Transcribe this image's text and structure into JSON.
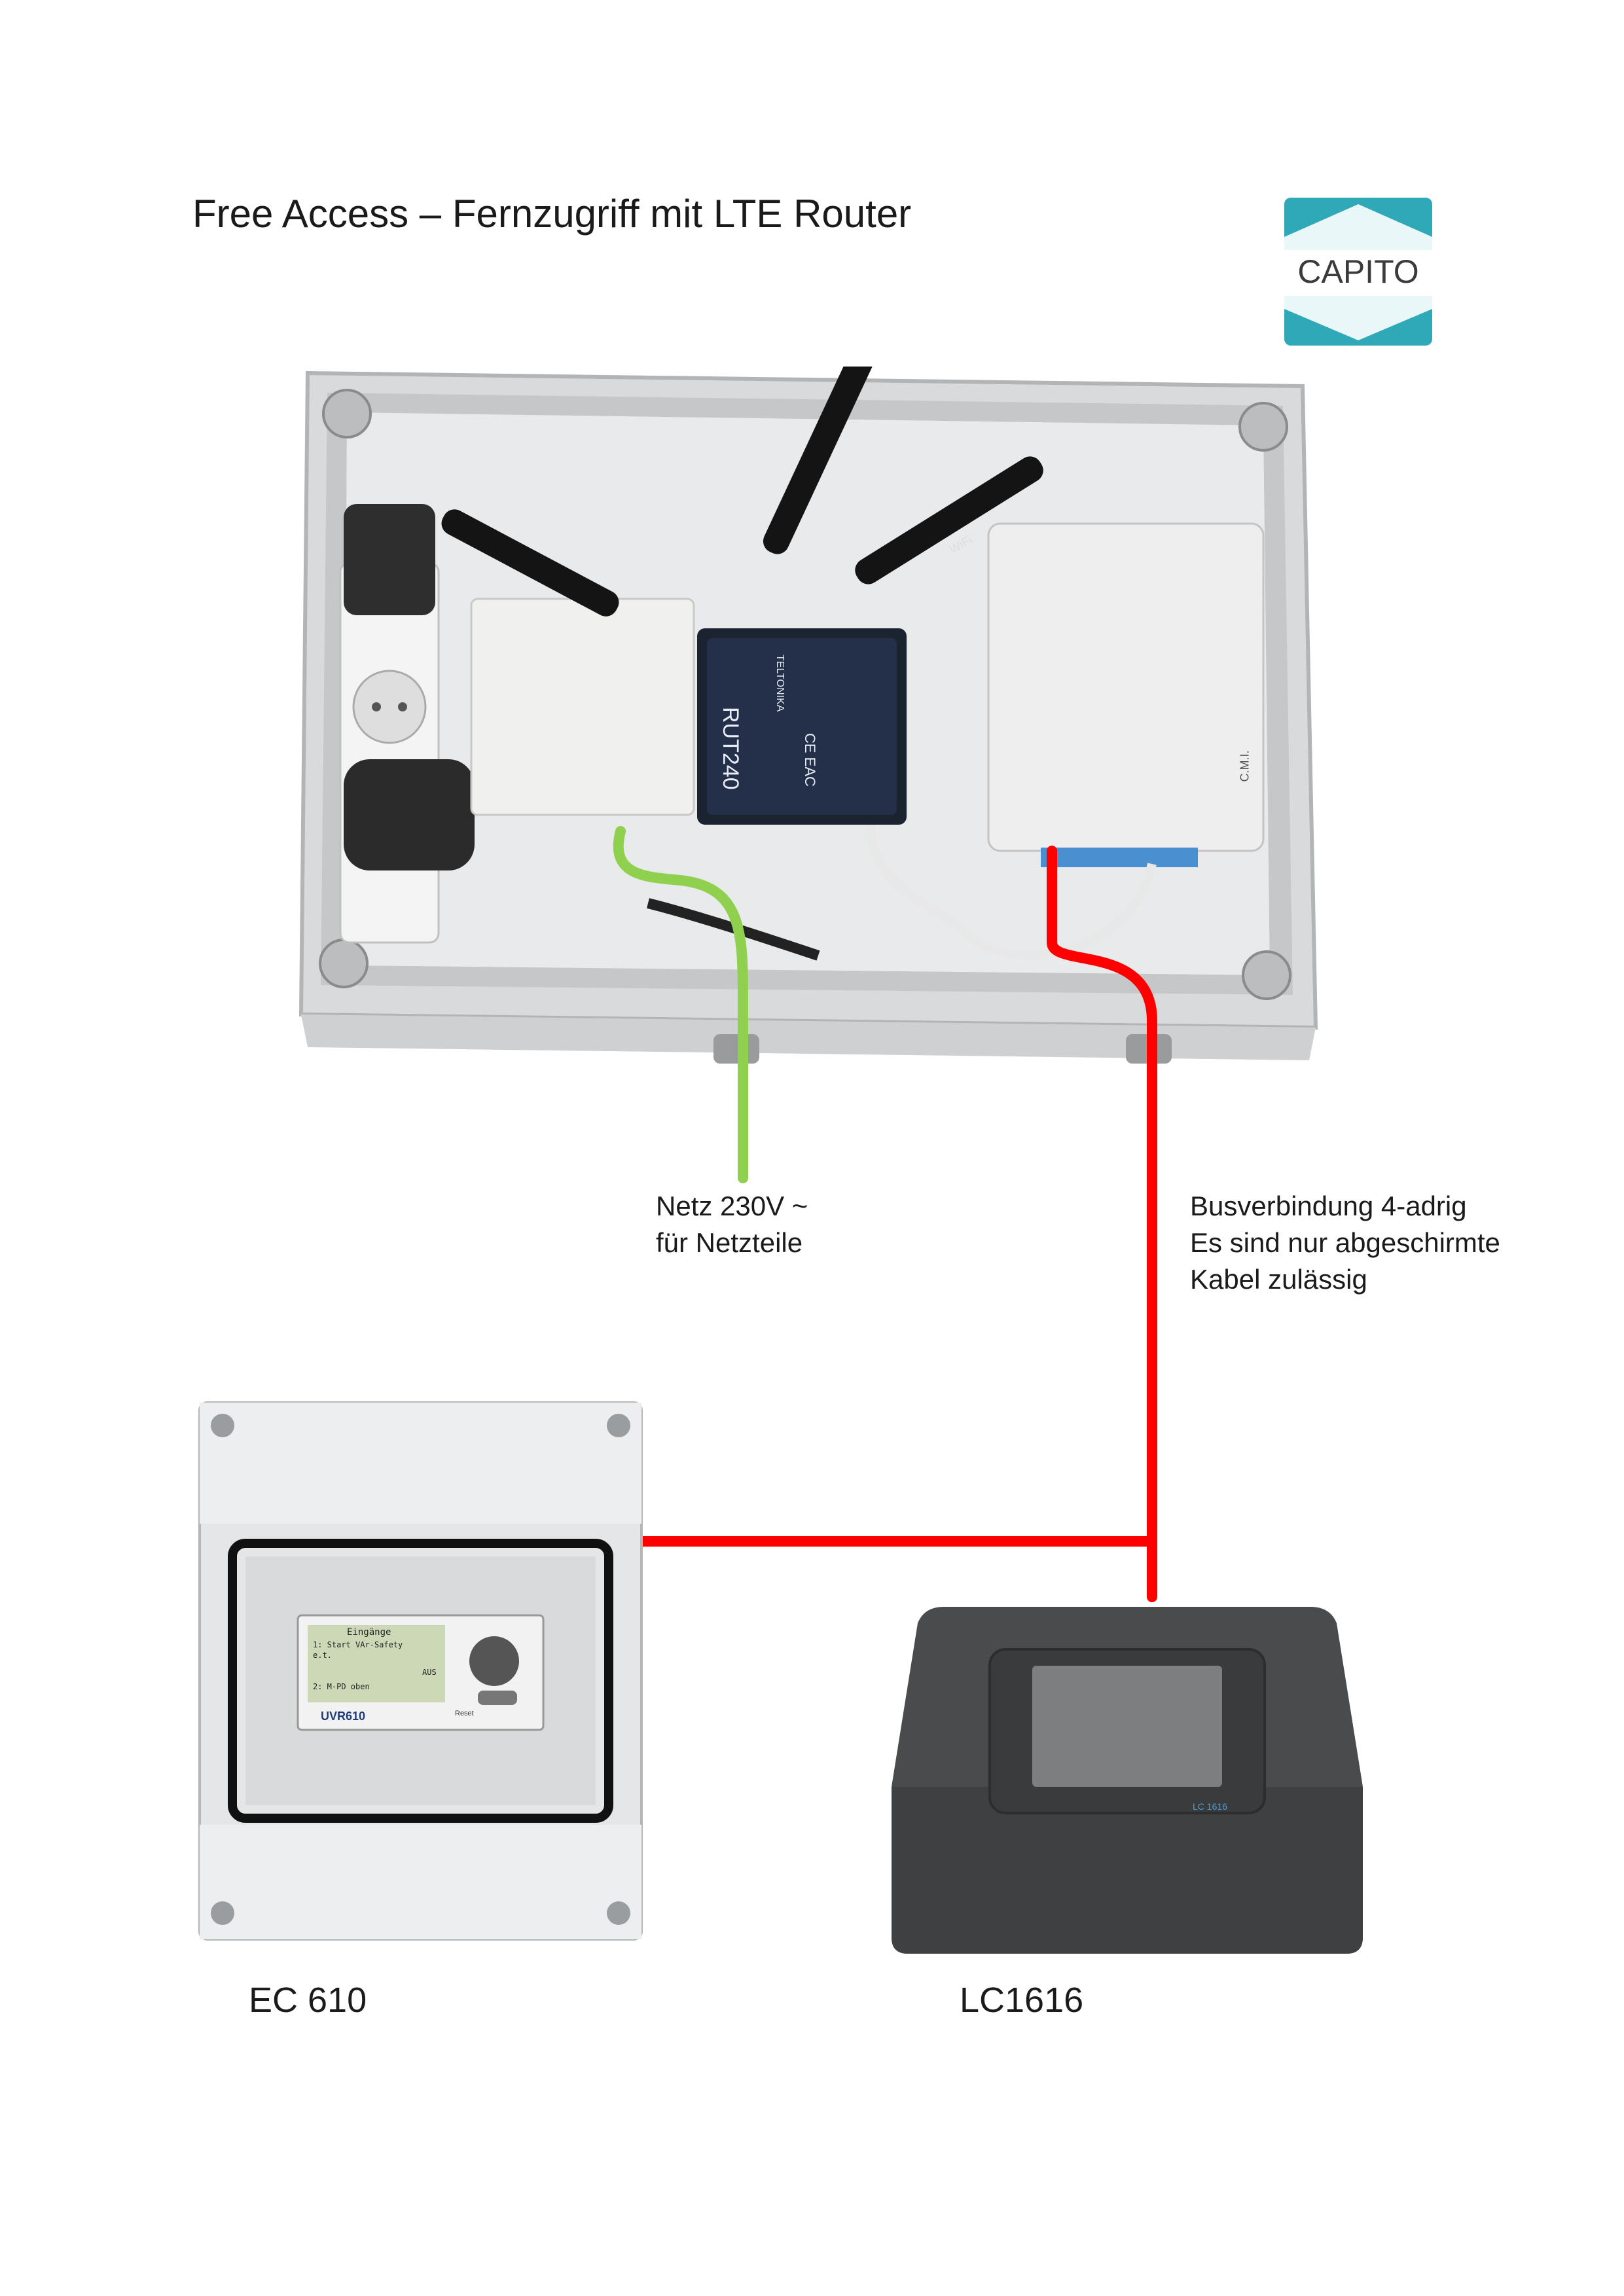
{
  "header": {
    "title": "Free Access – Fernzugriff mit LTE Router",
    "logo_text": "CAPITO"
  },
  "router_box": {
    "router_model": "RUT240",
    "router_brand": "TELTONIKA",
    "router_marks": "CE EAC",
    "antenna_label": "WiFi",
    "cmi_label": "C.M.I."
  },
  "connections": {
    "power": {
      "line1": "Netz 230V ~",
      "line2": "für Netzteile",
      "color": "#8fd14f"
    },
    "bus": {
      "line1": "Busverbindung 4-adrig",
      "line2": "Es sind nur abgeschirmte",
      "line3": "Kabel zulässig",
      "color": "#ff0000"
    }
  },
  "devices": {
    "ec610": {
      "label": "EC 610",
      "screen_title": "Eingänge",
      "screen_row1": "1: Start VAr-Safety",
      "screen_row1b": "e.t.",
      "screen_row2": "AUS",
      "screen_row3": "2: M-PD oben",
      "brand": "UVR610",
      "reset": "Reset"
    },
    "lc1616": {
      "label": "LC1616",
      "badge": "LC 1616"
    }
  },
  "colors": {
    "logo_teal": "#2fa9b7",
    "box_grey": "#d9dadb",
    "device_dark": "#4a4b4d"
  }
}
